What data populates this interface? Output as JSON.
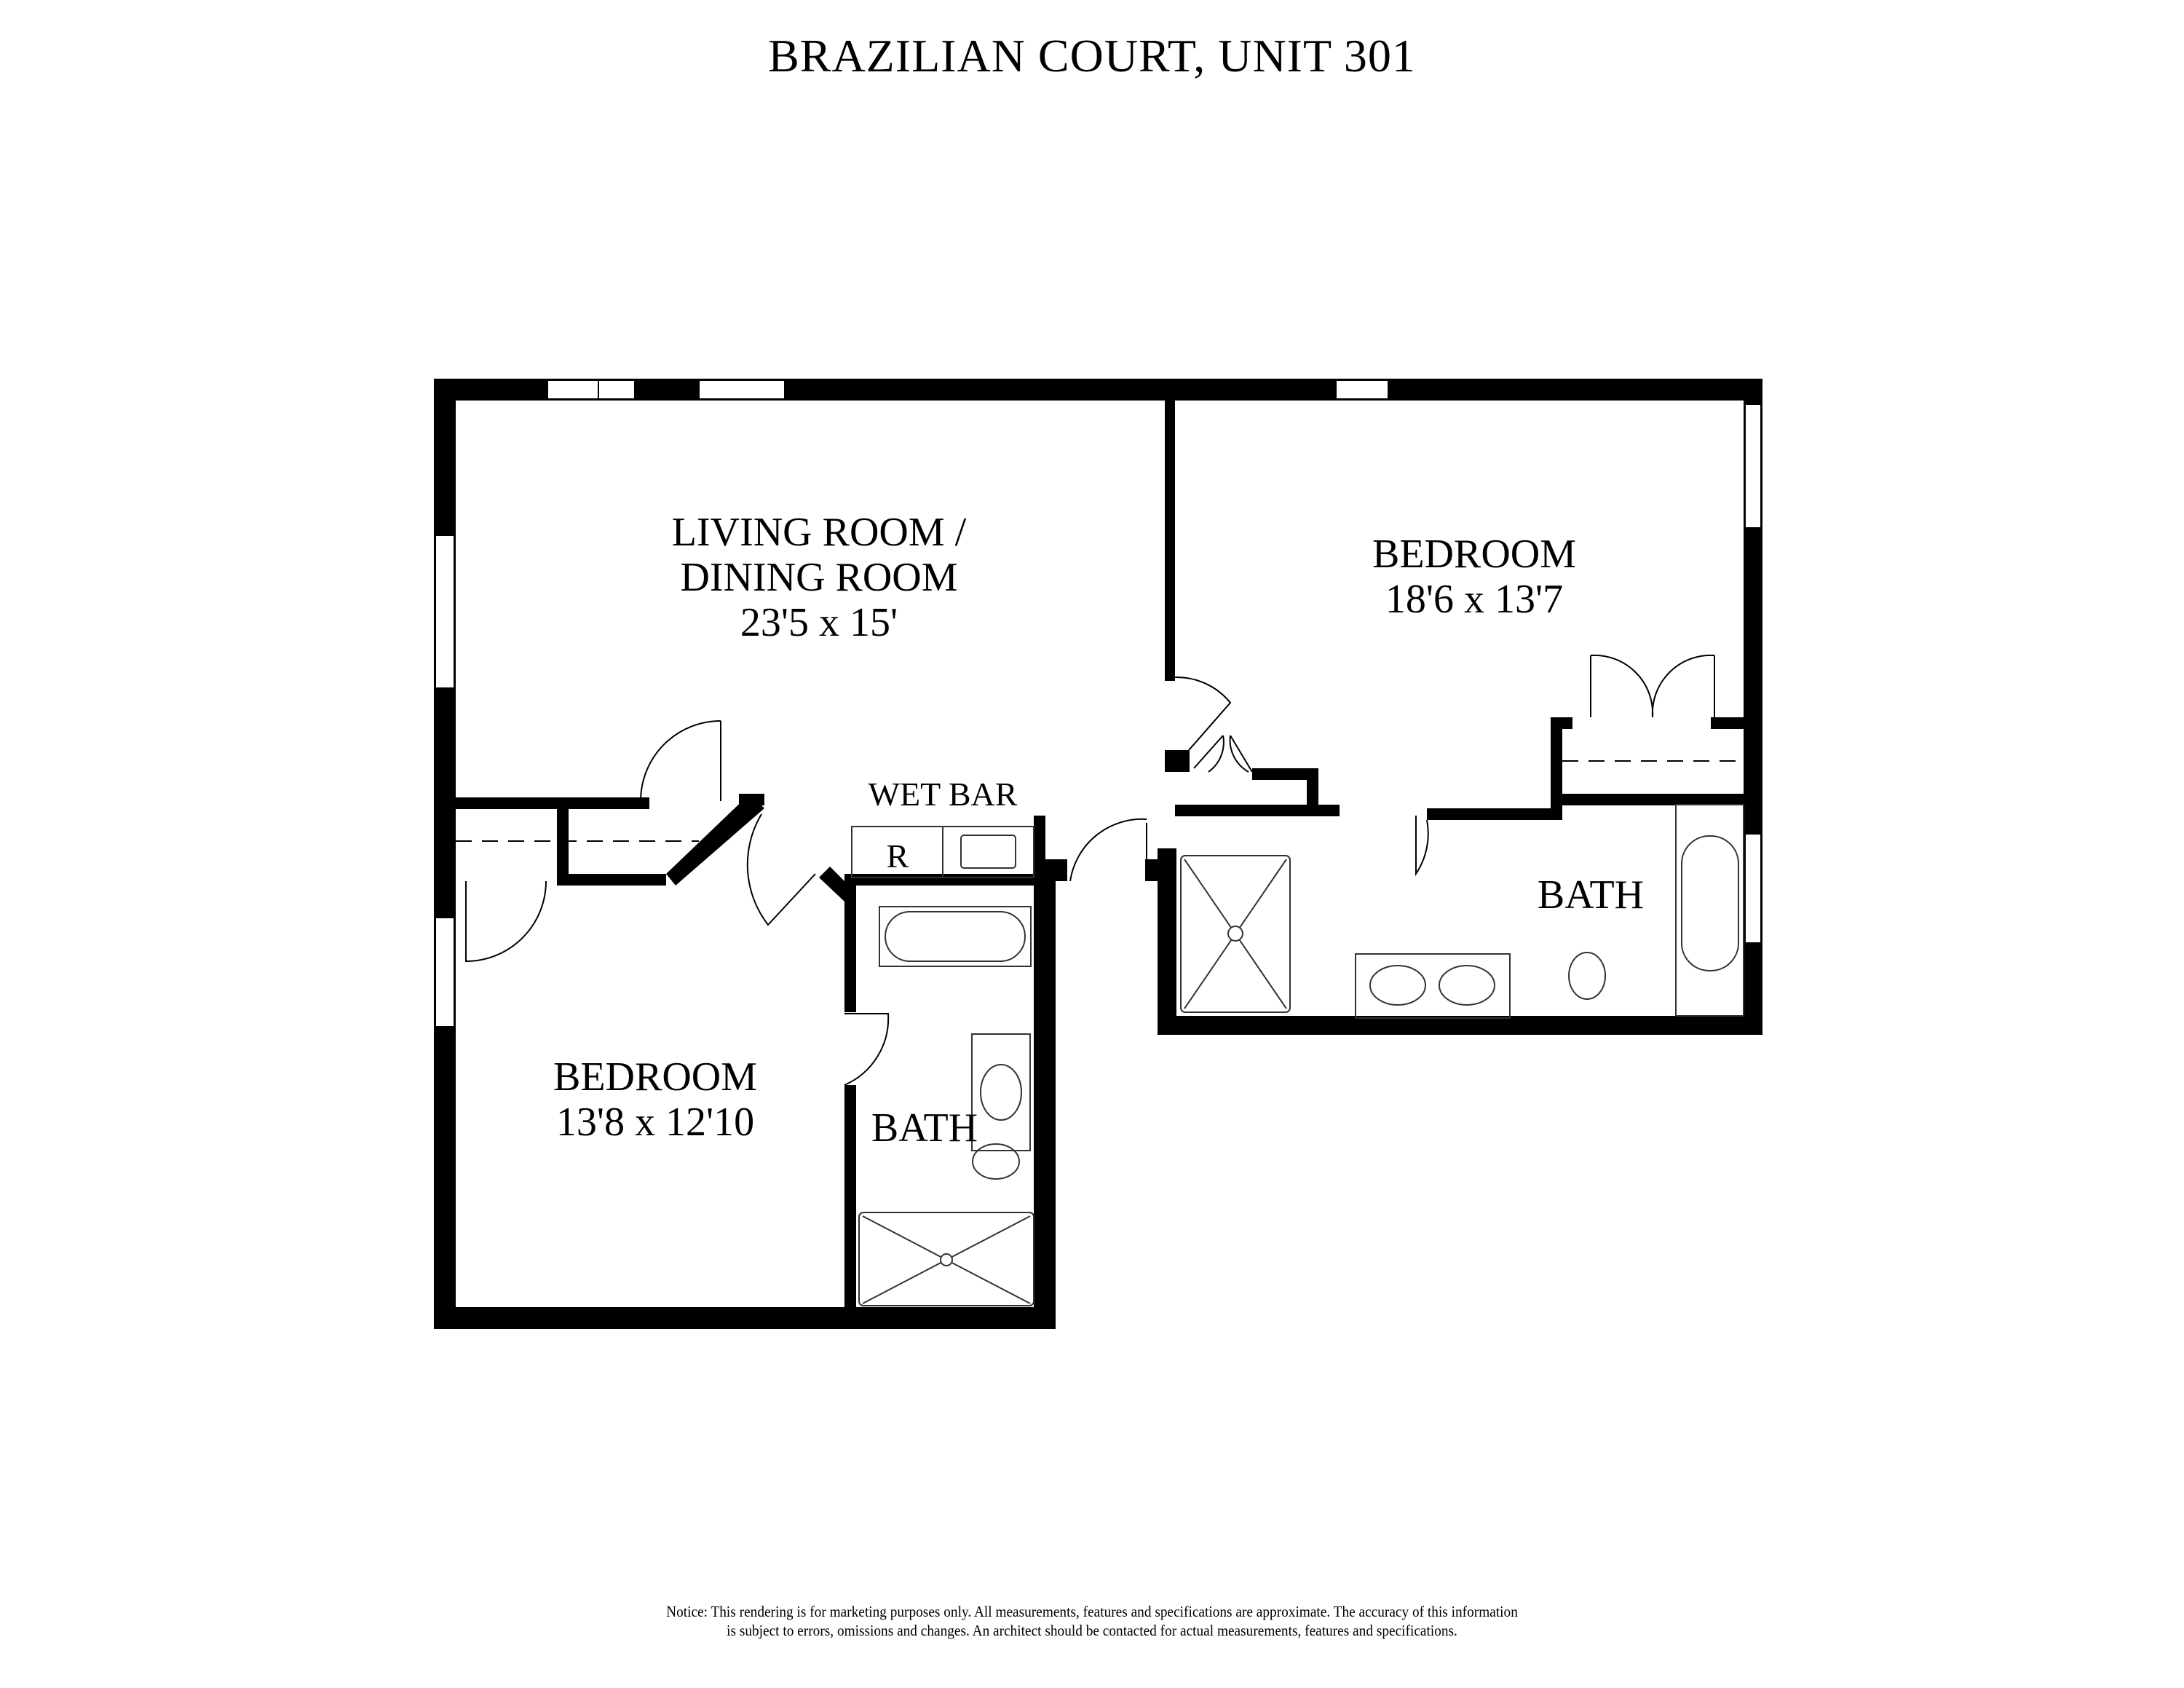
{
  "title": "BRAZILIAN COURT, UNIT 301",
  "rooms": {
    "living": {
      "name_line1": "LIVING ROOM /",
      "name_line2": "DINING ROOM",
      "dims": "23'5 x 15'"
    },
    "bedroom_right": {
      "name": "BEDROOM",
      "dims": "18'6 x 13'7"
    },
    "bedroom_left": {
      "name": "BEDROOM",
      "dims": "13'8 x 12'10"
    },
    "bath_right": {
      "name": "BATH"
    },
    "bath_left": {
      "name": "BATH"
    },
    "wet_bar": {
      "name": "WET BAR",
      "fridge_label": "R"
    }
  },
  "notice": {
    "line1": "Notice: This rendering is for marketing purposes only. All measurements, features and specifications are approximate. The accuracy of this information",
    "line2": "is subject to errors, omissions and changes. An architect should be contacted for actual measurements, features and specifications."
  },
  "colors": {
    "wall": "#000000",
    "background": "#ffffff",
    "fixture_line": "#333333"
  }
}
